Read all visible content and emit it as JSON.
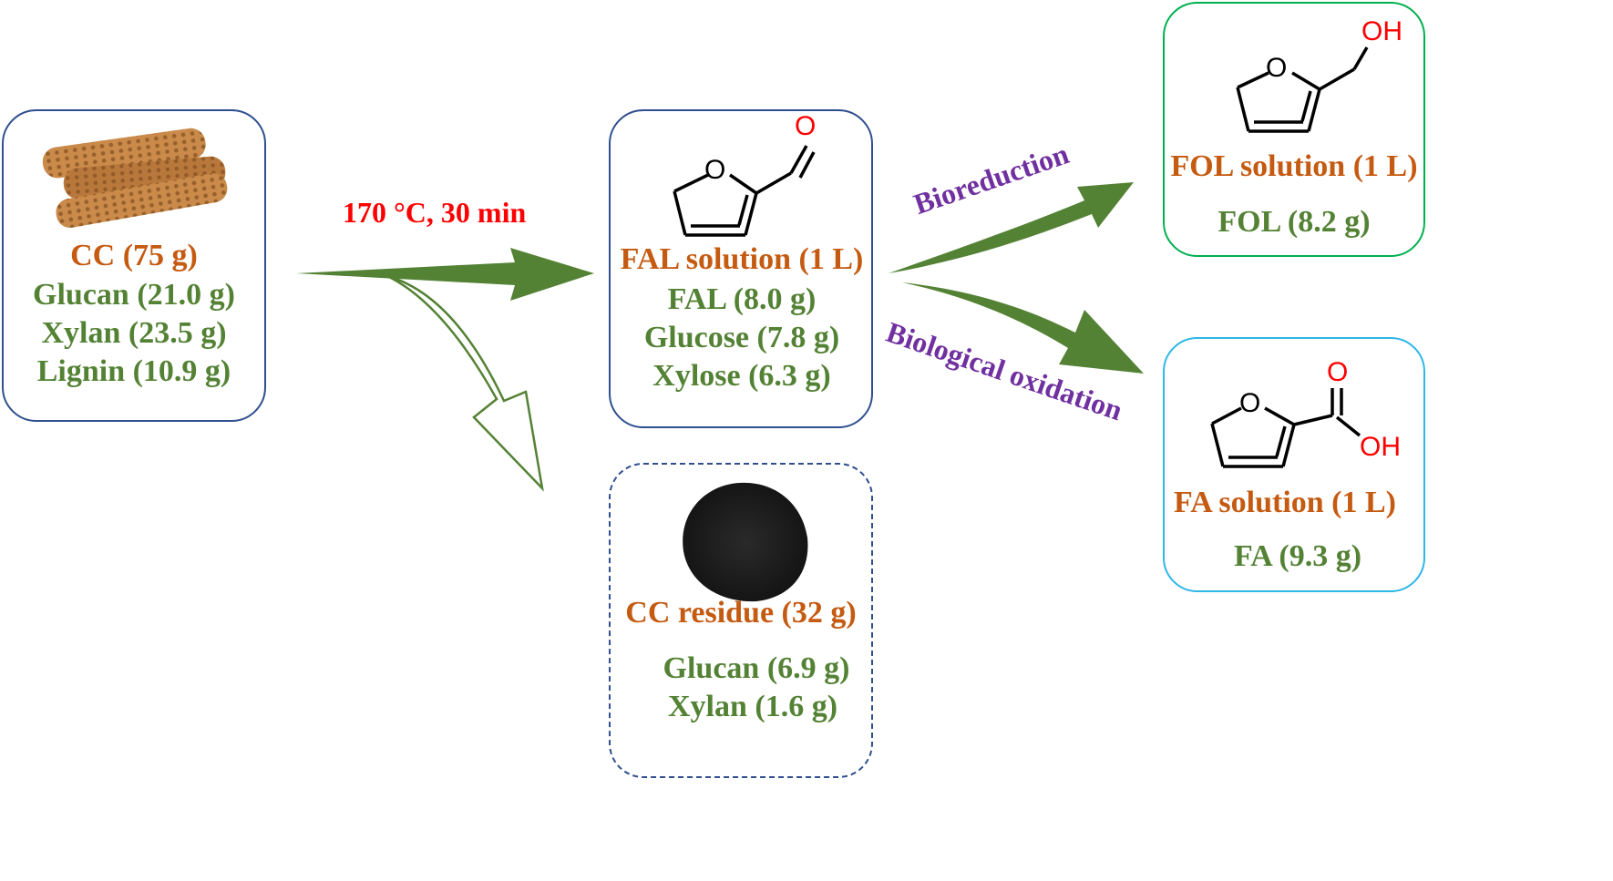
{
  "colors": {
    "name_orange": "#c55a11",
    "value_green": "#548235",
    "route_purple": "#7030a0",
    "condition_red": "#ff0000",
    "arrow_green": "#548235",
    "box_blue": "#2f4f8f",
    "box_green": "#00b050",
    "box_cyan": "#2db7e8"
  },
  "cc": {
    "image_icon": "corn-cob-image",
    "name": "CC (75 g)",
    "items": [
      "Glucan (21.0 g)",
      "Xylan (23.5 g)",
      "Lignin (10.9 g)"
    ]
  },
  "condition": "170 °C, 30 min",
  "fal": {
    "structure_icon": "furfural-structure",
    "atom_o_ring": "O",
    "atom_o_carbonyl": "O",
    "name": "FAL solution (1 L)",
    "items": [
      "FAL (8.0 g)",
      "Glucose (7.8 g)",
      "Xylose (6.3 g)"
    ]
  },
  "residue": {
    "image_icon": "black-residue-image",
    "name": "CC residue (32 g)",
    "items": [
      "Glucan (6.9 g)",
      "Xylan (1.6 g)"
    ]
  },
  "routes": {
    "upper": "Bioreduction",
    "lower": "Biological oxidation"
  },
  "fol": {
    "structure_icon": "furfuryl-alcohol-structure",
    "atom_o_ring": "O",
    "atom_oh": "OH",
    "name": "FOL solution (1 L)",
    "items": [
      "FOL (8.2 g)"
    ]
  },
  "fa": {
    "structure_icon": "furoic-acid-structure",
    "atom_o_ring": "O",
    "atom_o_carbonyl": "O",
    "atom_oh": "OH",
    "name": "FA solution (1 L)",
    "items": [
      "FA (9.3 g)"
    ]
  }
}
